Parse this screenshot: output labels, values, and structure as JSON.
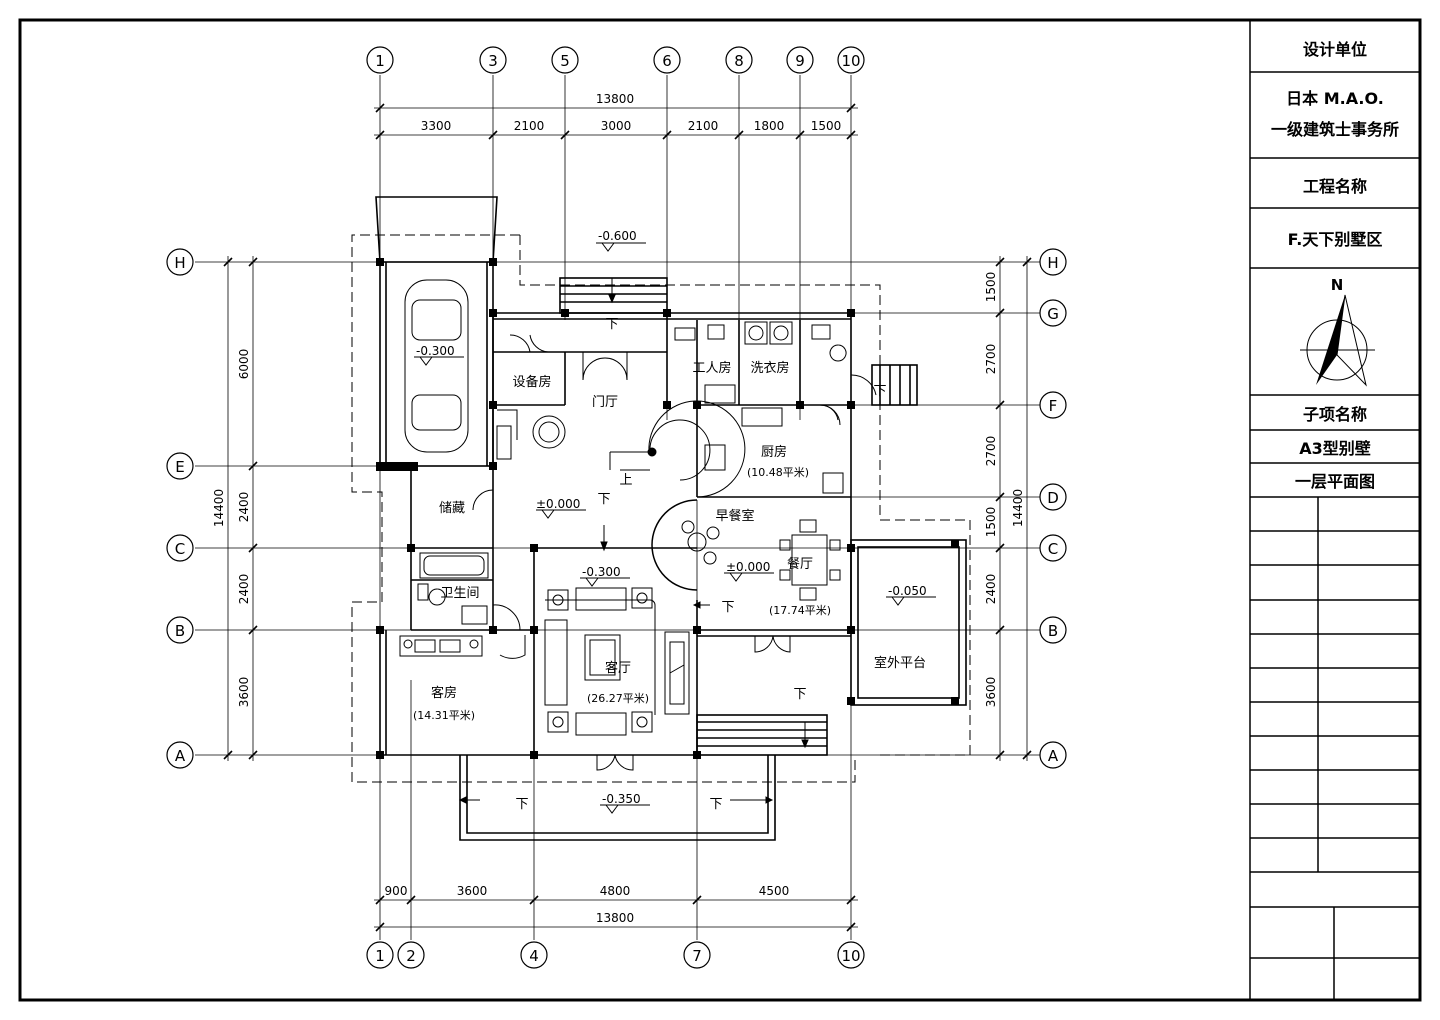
{
  "title_block": {
    "design_unit_label": "设计单位",
    "company_line1": "日本 M.A.O.",
    "company_line2": "一级建筑士事务所",
    "project_label": "工程名称",
    "project_name": "F.天下别墅区",
    "north": "N",
    "sub_label": "子项名称",
    "sub_name": "A3型别壁",
    "drawing_name": "一层平面图"
  },
  "axes": {
    "top": [
      "1",
      "3",
      "5",
      "6",
      "8",
      "9",
      "10"
    ],
    "bottom": [
      "1",
      "2",
      "4",
      "7",
      "10"
    ],
    "left": [
      "H",
      "E",
      "C",
      "B",
      "A"
    ],
    "right": [
      "H",
      "G",
      "F",
      "D",
      "C",
      "B",
      "A"
    ]
  },
  "dims": {
    "top_total": "13800",
    "top_parts": [
      "3300",
      "2100",
      "3000",
      "2100",
      "1800",
      "1500"
    ],
    "bottom_total": "13800",
    "bottom_parts": [
      "900",
      "3600",
      "4800",
      "4500"
    ],
    "left_total": "14400",
    "left_parts": [
      "6000",
      "2400",
      "2400",
      "3600"
    ],
    "right_total": "14400",
    "right_parts": [
      "1500",
      "2700",
      "2700",
      "1500",
      "2400",
      "3600"
    ]
  },
  "rooms": {
    "equipment": "设备房",
    "servant": "工人房",
    "laundry": "洗衣房",
    "foyer": "门厅",
    "kitchen": "厨房",
    "kitchen_area": "(10.48平米)",
    "storage": "储藏",
    "breakfast": "早餐室",
    "dining": "餐厅",
    "dining_area": "(17.74平米)",
    "bath": "卫生间",
    "living": "客厅",
    "living_area": "(26.27平米)",
    "guest": "客房",
    "guest_area": "(14.31平米)",
    "terrace": "室外平台"
  },
  "elevations": {
    "top_step": "-0.600",
    "garage": "-0.300",
    "hall": "±0.000",
    "breakfast": "±0.000",
    "living": "-0.300",
    "terrace": "-0.050",
    "front": "-0.350"
  },
  "labels": {
    "down": "下",
    "up": "上"
  }
}
